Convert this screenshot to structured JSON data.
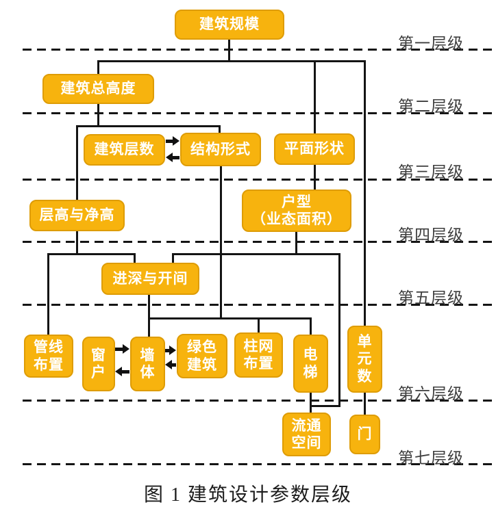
{
  "figure": {
    "caption": "图 1  建筑设计参数层级"
  },
  "levels": [
    {
      "label": "第一层级"
    },
    {
      "label": "第二层级"
    },
    {
      "label": "第三层级"
    },
    {
      "label": "第四层级"
    },
    {
      "label": "第五层级"
    },
    {
      "label": "第六层级"
    },
    {
      "label": "第七层级"
    }
  ],
  "nodes": {
    "building_scale": {
      "label": "建筑规模"
    },
    "total_height": {
      "label": "建筑总高度"
    },
    "floor_count": {
      "label": "建筑层数"
    },
    "structural_form": {
      "label": "结构形式"
    },
    "plan_shape": {
      "label": "平面形状"
    },
    "floor_height": {
      "label": "层高与净高"
    },
    "unit_type": {
      "label": "户型\n（业态面积）"
    },
    "depth_bay": {
      "label": "进深与开间"
    },
    "pipeline_layout": {
      "label": "管线\n布置"
    },
    "window": {
      "label": "窗\n户"
    },
    "wall": {
      "label": "墙\n体"
    },
    "green_building": {
      "label": "绿色\n建筑"
    },
    "column_grid": {
      "label": "柱网\n布置"
    },
    "elevator": {
      "label": "电\n梯"
    },
    "unit_count": {
      "label": "单\n元\n数"
    },
    "circulation_space": {
      "label": "流通\n空间"
    },
    "door": {
      "label": "门"
    }
  },
  "colors": {
    "node_fill": "#F7B30E",
    "node_border": "#DE9C05",
    "node_text": "#FFFFFF",
    "line": "#141414",
    "level_label_text": "#3D3D3D"
  }
}
